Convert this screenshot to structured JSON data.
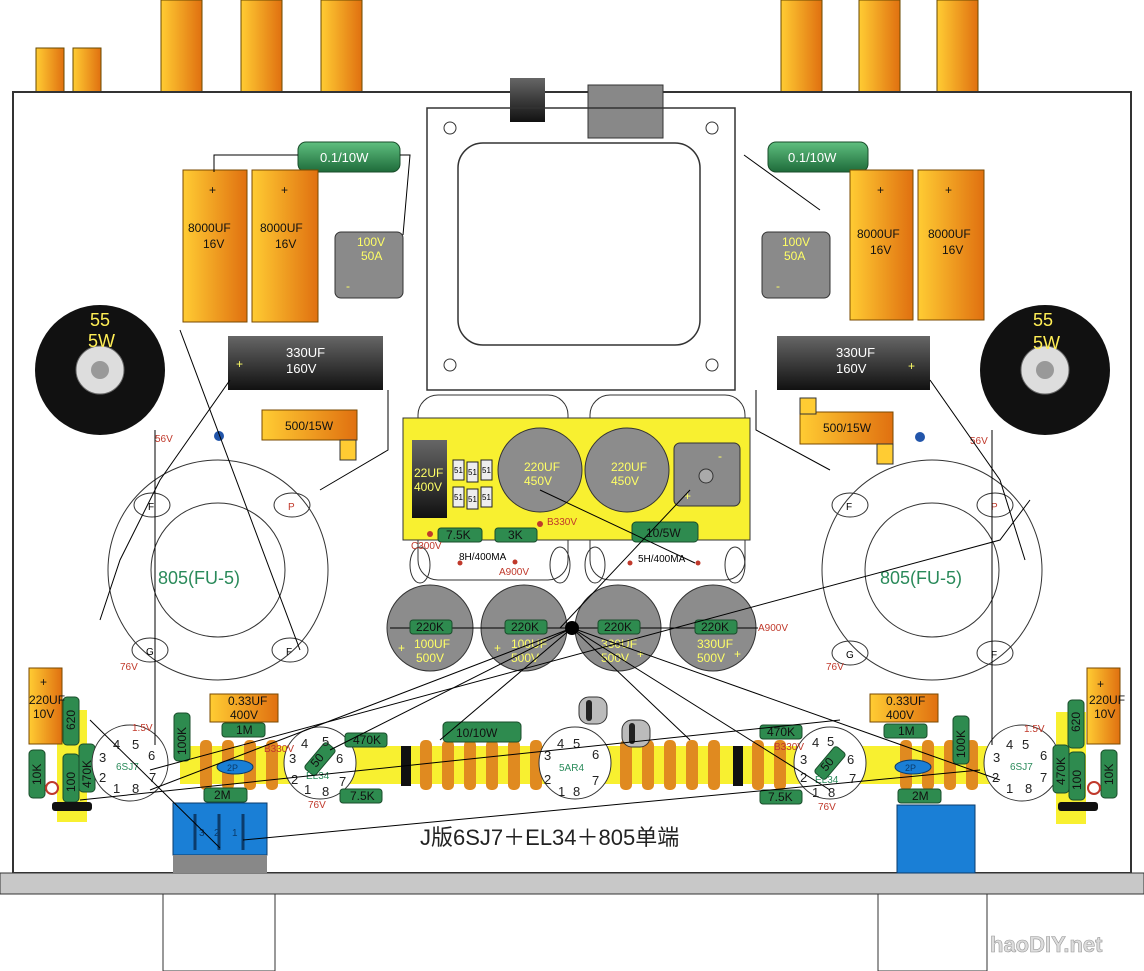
{
  "title": "J版6SJ7＋EL34＋805单端",
  "watermark": "haoDIY.net",
  "colors": {
    "chassis_line": "#333333",
    "panel": "#c8c8c8",
    "orange": "#f0a020",
    "yellow": "#ffff33",
    "green": "#2e8b4f",
    "blue": "#1a7fd6",
    "gray_cap": "#8c8c8c"
  },
  "left_supply": {
    "res_top": "0.1/10W",
    "cap_a": {
      "value": "8000UF",
      "voltage": "16V",
      "polarity": "+"
    },
    "cap_b": {
      "value": "8000UF",
      "voltage": "16V",
      "polarity": "+"
    },
    "bridge": {
      "voltage": "100V",
      "current": "50A",
      "minus": "-"
    },
    "cap_330": {
      "value": "330UF",
      "voltage": "160V",
      "polarity": "+"
    },
    "res_500": "500/15W",
    "pot": {
      "value": "55",
      "power": "5W"
    },
    "voltage": "56V"
  },
  "right_supply": {
    "res_top": "0.1/10W",
    "cap_a": {
      "value": "8000UF",
      "voltage": "16V",
      "polarity": "+"
    },
    "cap_b": {
      "value": "8000UF",
      "voltage": "16V",
      "polarity": "+"
    },
    "bridge": {
      "voltage": "100V",
      "current": "50A",
      "minus": "-"
    },
    "cap_330": {
      "value": "330UF",
      "voltage": "160V",
      "polarity": "+"
    },
    "res_500": "500/15W",
    "pot": {
      "value": "55",
      "power": "5W"
    },
    "voltage": "56V"
  },
  "hv_board": {
    "cap_22": {
      "value": "22UF",
      "voltage": "400V"
    },
    "zeners": [
      "51",
      "51",
      "51",
      "51",
      "51",
      "51"
    ],
    "cap_220a": {
      "value": "220UF",
      "voltage": "450V"
    },
    "cap_220b": {
      "value": "220UF",
      "voltage": "450V"
    },
    "r_75k": "7.5K",
    "r_3k": "3K",
    "r_10": "10/5W",
    "node_c": "C300V",
    "node_b": "B330V",
    "bridge_minus": "-",
    "bridge_plus": "+"
  },
  "chokes": {
    "left": "8H/400MA",
    "right": "5H/400MA",
    "node_a": "A900V"
  },
  "filter_caps": [
    {
      "res": "220K",
      "value": "100UF",
      "voltage": "500V"
    },
    {
      "res": "220K",
      "value": "100UF",
      "voltage": "500V"
    },
    {
      "res": "220K",
      "value": "330UF",
      "voltage": "500V"
    },
    {
      "res": "220K",
      "value": "330UF",
      "voltage": "500V"
    }
  ],
  "filter_node": "A900V",
  "tube_805": {
    "left": "805(FU-5)",
    "right": "805(FU-5)",
    "pins": [
      "F",
      "P",
      "G",
      "F"
    ],
    "grid_voltage": "76V"
  },
  "sockets": {
    "pins": [
      "1",
      "2",
      "3",
      "4",
      "5",
      "6",
      "7",
      "8"
    ],
    "left_6sj7": "6SJ7",
    "left_el34": "EL34",
    "rect": "5AR4",
    "right_el34": "EL34",
    "right_6sj7": "6SJ7"
  },
  "left_channel": {
    "cap_220": {
      "value": "220UF",
      "voltage": "10V"
    },
    "r_620": "620",
    "r_10k": "10K",
    "r_100": "100",
    "r_470k": "470K",
    "r_100k": "100K",
    "cap_033": {
      "value": "0.33UF",
      "voltage": "400V"
    },
    "r_1m": "1M",
    "r_2m": "2M",
    "cap_2p": "2P",
    "r_470k_b": "470K",
    "r_75k": "7.5K",
    "r_50": "50",
    "v_cathode": "1.5V",
    "v_b": "B330V",
    "v_76": "76V",
    "r_10_10w": "10/10W",
    "switch_pins": [
      "3",
      "2",
      "1"
    ]
  },
  "right_channel": {
    "cap_220": {
      "value": "220UF",
      "voltage": "10V"
    },
    "r_620": "620",
    "r_10k": "10K",
    "r_100": "100",
    "r_470k": "470K",
    "r_100k": "100K",
    "cap_033": {
      "value": "0.33UF",
      "voltage": "400V"
    },
    "r_1m": "1M",
    "r_2m": "2M",
    "cap_2p": "2P",
    "r_470k_b": "470K",
    "r_75k": "7.5K",
    "r_50": "50",
    "v_cathode": "1.5V",
    "v_b": "B330V",
    "v_76": "76V"
  }
}
